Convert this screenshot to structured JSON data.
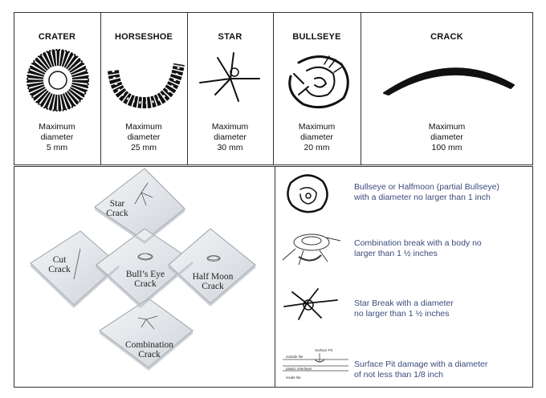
{
  "top_table": {
    "columns": [
      {
        "title": "CRATER",
        "desc": [
          "Maximum",
          "diameter",
          "5 mm"
        ]
      },
      {
        "title": "HORSESHOE",
        "desc": [
          "Maximum",
          "diameter",
          "25 mm"
        ]
      },
      {
        "title": "STAR",
        "desc": [
          "Maximum",
          "diameter",
          "30 mm"
        ]
      },
      {
        "title": "BULLSEYE",
        "desc": [
          "Maximum",
          "diameter",
          "20 mm"
        ]
      },
      {
        "title": "CRACK",
        "desc": [
          "Maximum",
          "diameter",
          "100 mm"
        ]
      }
    ]
  },
  "diagram": {
    "star": [
      "Star",
      "Crack"
    ],
    "cut": [
      "Cut",
      "Crack"
    ],
    "bullseye": [
      "Bull’s Eye",
      "Crack"
    ],
    "halfmoon": [
      "Half Moon",
      "Crack"
    ],
    "combination": [
      "Combination",
      "Crack"
    ]
  },
  "right_list": [
    {
      "text": [
        "Bullseye or Halfmoon (partial Bullseye)",
        "with a diameter no larger than 1 inch"
      ]
    },
    {
      "text": [
        "Combination break with a body no",
        "larger than 1 ½ inches"
      ]
    },
    {
      "text": [
        "Star Break with a diameter",
        "no larger than 1 ½ inches"
      ]
    },
    {
      "text": [
        "Surface Pit damage with a diameter",
        "of not less than 1/8 inch"
      ]
    }
  ],
  "pit_labels": {
    "surface": "Surface Pit",
    "outside": "outside lite",
    "plastic": "plastic interlayer",
    "inside": "inside lite"
  },
  "colors": {
    "border": "#333333",
    "right_text": "#3b4a7c",
    "glass": "#e3e6ea"
  }
}
